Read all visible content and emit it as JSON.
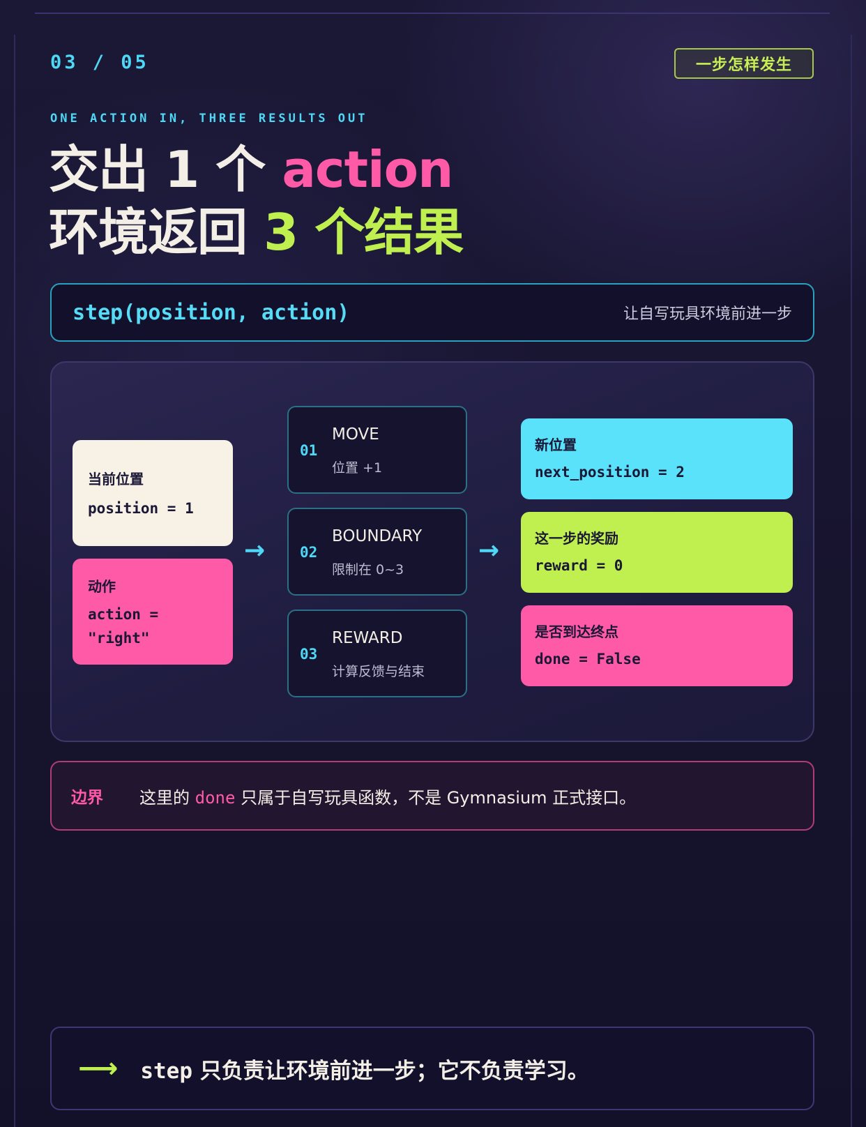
{
  "header": {
    "page_indicator": "03 / 05",
    "chip": "一步怎样发生",
    "eyebrow": "ONE ACTION IN, THREE RESULTS OUT"
  },
  "headline": {
    "line1_prefix": "交出 1 个 ",
    "line1_accent": "action",
    "line2_prefix": "环境返回 ",
    "line2_accent": "3 个结果"
  },
  "signature": {
    "code": "step(position, action)",
    "note": "让自写玩具环境前进一步"
  },
  "inputs": [
    {
      "label": "当前位置",
      "value": "position = 1"
    },
    {
      "label": "动作",
      "value": "action =\n\"right\""
    }
  ],
  "arrows": {
    "glyph": "→"
  },
  "steps": [
    {
      "num": "01",
      "name": "MOVE",
      "desc": "位置 +1"
    },
    {
      "num": "02",
      "name": "BOUNDARY",
      "desc": "限制在 0~3"
    },
    {
      "num": "03",
      "name": "REWARD",
      "desc": "计算反馈与结束"
    }
  ],
  "outputs": [
    {
      "label": "新位置",
      "value": "next_position = 2"
    },
    {
      "label": "这一步的奖励",
      "value": "reward = 0"
    },
    {
      "label": "是否到达终点",
      "value": "done = False"
    }
  ],
  "callout": {
    "tag": "边界",
    "text_before": "这里的 ",
    "highlight": "done",
    "text_after": " 只属于自写玩具函数，不是 Gymnasium 正式接口。"
  },
  "footer": {
    "arrow": "⟶",
    "code": "step",
    "text": " 只负责让环境前进一步；它不负责学习。"
  },
  "colors": {
    "cyan": "#4fd8f5",
    "pink": "#ff5aa8",
    "lime": "#bff04f",
    "cream": "#f7f1e6",
    "background": "#15132b"
  }
}
